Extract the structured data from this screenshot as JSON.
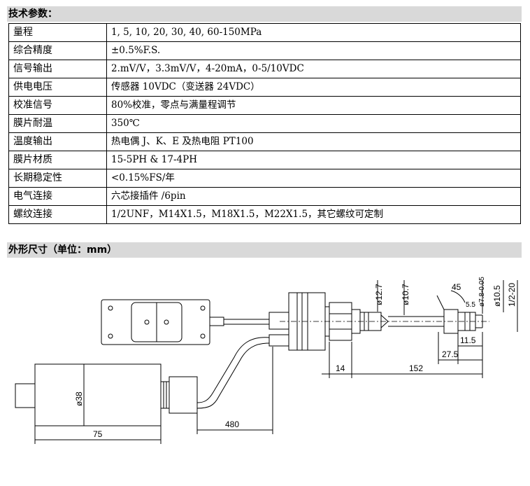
{
  "section1": {
    "title": "技术参数："
  },
  "specs": [
    {
      "key": "量程",
      "value": "1, 5, 10, 20, 30, 40, 60-150MPa"
    },
    {
      "key": "综合精度",
      "value": "±0.5%F.S."
    },
    {
      "key": "信号输出",
      "value": "2.mV/V，3.3mV/V，4-20mA，0-5/10VDC"
    },
    {
      "key": "供电电压",
      "value": "传感器 10VDC（变送器 24VDC）"
    },
    {
      "key": "校准信号",
      "value": "80%校准，零点与满量程调节"
    },
    {
      "key": "膜片耐温",
      "value": "350℃"
    },
    {
      "key": "温度输出",
      "value": "热电偶 J、K、E 及热电阻 PT100"
    },
    {
      "key": "膜片材质",
      "value": "15-5PH & 17-4PH"
    },
    {
      "key": "长期稳定性",
      "value": "<0.15%FS/年"
    },
    {
      "key": "电气连接",
      "value": "六芯接插件  /6pin"
    },
    {
      "key": "螺纹连接",
      "value": "1/2UNF，M14X1.5，M18X1.5，M22X1.5，其它螺纹可定制"
    }
  ],
  "section2": {
    "title": "外形尺寸（单位：mm）"
  },
  "dimensions": {
    "d_body": "ø38",
    "len_body": "75",
    "len_cable": "480",
    "len_14": "14",
    "len_152": "152",
    "len_27_5": "27.5",
    "len_11_5": "11.5",
    "d_12_7": "ø12.7",
    "d_10_7": "ø10.7",
    "angle_45": "45",
    "d_7_8": "ø7.8-0.05",
    "d_10_5": "ø10.5",
    "thread": "1/2-20",
    "len_5_5": "5.5"
  }
}
